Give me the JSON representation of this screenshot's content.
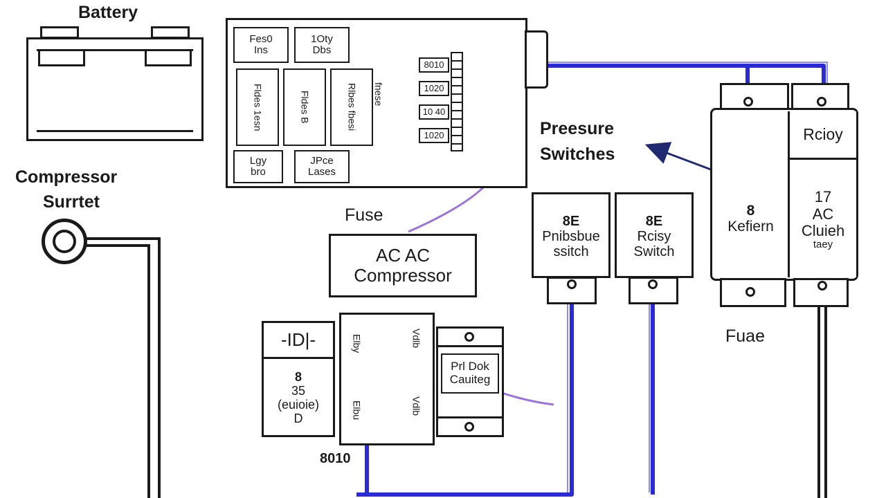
{
  "labels": {
    "battery": "Battery",
    "compressor_switch_line1": "Compressor",
    "compressor_switch_line2": "Surrtet",
    "fuse_top": "Fuse",
    "pressure_switches_line1": "Preesure",
    "pressure_switches_line2": "Switches",
    "fuse_right": "Fuae",
    "bottom_code": "8010"
  },
  "fuse_box": {
    "slot1_line1": "Fes0",
    "slot1_line2": "Ins",
    "slot2_line1": "1Oty",
    "slot2_line2": "Dbs",
    "slot3": "Fldes 1esn",
    "slot4": "Fldes B",
    "slot5": "Rlbes fbesi",
    "slot6": "fnese",
    "slot7_line1": "Lgy",
    "slot7_line2": "bro",
    "slot8_line1": "JPce",
    "slot8_line2": "Lases",
    "connector_rows": [
      "8010",
      "1020",
      "10 40",
      "1020"
    ]
  },
  "ac_compressor": {
    "line1": "AC AC",
    "line2": "Compressor"
  },
  "pressure_switch": {
    "code": "8E",
    "line1": "Pnibsbue",
    "line2": "ssitch"
  },
  "relay_switch": {
    "code": "8E",
    "line1": "Rcisy",
    "line2": "Switch"
  },
  "relay_top": {
    "label": "Rcioy"
  },
  "relay_left": {
    "code": "8",
    "label": "Kefiern"
  },
  "ac_clutch_relay": {
    "line1": "17",
    "line2": "AC",
    "line3": "Cluieh",
    "line4": "taey"
  },
  "bottom_left_box": {
    "top": "-ID|-",
    "code": "8",
    "line1": "35",
    "line2": "(euioie)",
    "line3": "D"
  },
  "bottom_mid_box": {
    "text_top_left": "Elby",
    "text_top_right": "Vdlb",
    "text_bot_left": "Elbu",
    "text_bot_right": "Vdlb"
  },
  "bottom_relay_box": {
    "line1": "Prl Dok",
    "line2": "Cauiteg"
  }
}
